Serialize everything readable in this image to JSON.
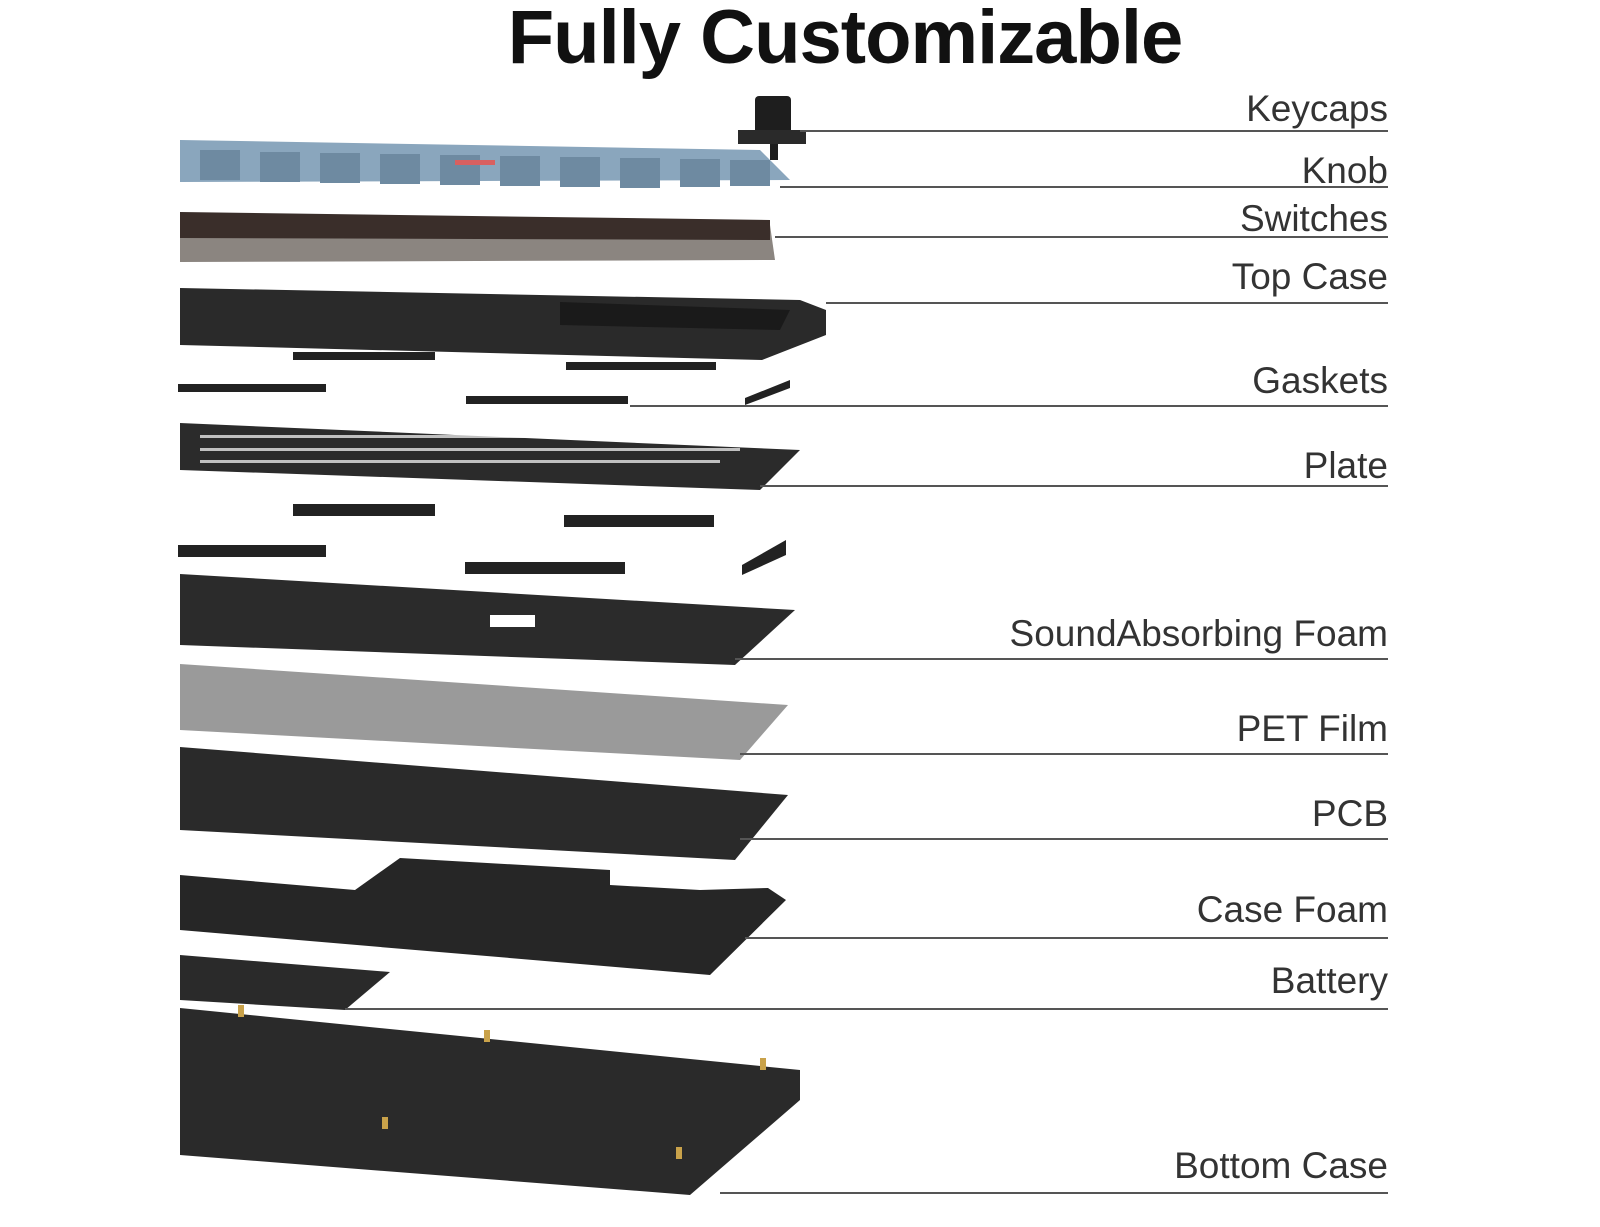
{
  "title": "Fully Customizable",
  "layers": [
    {
      "label": "Keycaps",
      "color": "#8aa6bd"
    },
    {
      "label": "Knob",
      "color": "#1e1e1e"
    },
    {
      "label": "Switches",
      "color": "#3a2e2a"
    },
    {
      "label": "Top Case",
      "color": "#2a2a2a"
    },
    {
      "label": "Gaskets",
      "color": "#222222"
    },
    {
      "label": "Plate",
      "color": "#2b2b2b"
    },
    {
      "label": "SoundAbsorbing Foam",
      "color": "#2b2b2b"
    },
    {
      "label": "PET Film",
      "color": "#9a9a9a"
    },
    {
      "label": "PCB",
      "color": "#2a2a2a"
    },
    {
      "label": "Case Foam",
      "color": "#262626"
    },
    {
      "label": "Battery",
      "color": "#2a2a2a"
    },
    {
      "label": "Bottom Case",
      "color": "#2a2a2a"
    }
  ]
}
